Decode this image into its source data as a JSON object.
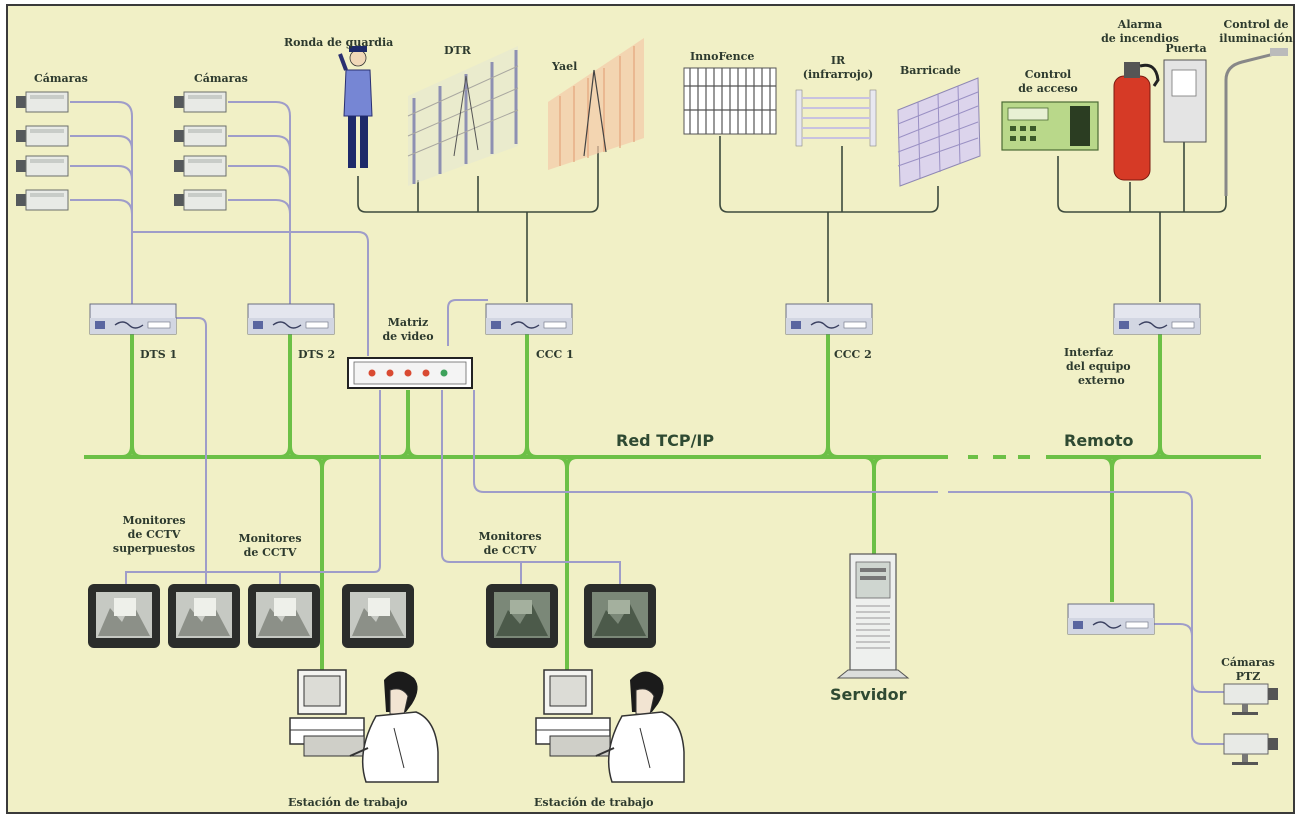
{
  "colors": {
    "background": "#f1f0c6",
    "network": "#6cc046",
    "video_link": "#9f9dc9",
    "signal_link": "#3d4a3d",
    "text": "#2d3a2e"
  },
  "labels": {
    "cameras_1": "Cámaras",
    "cameras_2": "Cámaras",
    "guard_round": "Ronda de guardia",
    "dtr": "DTR",
    "yael": "Yael",
    "innofence": "InnoFence",
    "ir_1": "IR",
    "ir_2": "(infrarrojo)",
    "barricade": "Barricade",
    "access_control_1": "Control",
    "access_control_2": "de acceso",
    "fire_alarm_1": "Alarma",
    "fire_alarm_2": "de incendios",
    "door": "Puerta",
    "lighting_1": "Control de",
    "lighting_2": "iluminación",
    "dts1": "DTS 1",
    "dts2": "DTS 2",
    "video_matrix_1": "Matriz",
    "video_matrix_2": "de video",
    "ccc1": "CCC 1",
    "ccc2": "CCC 2",
    "ext_iface_1": "Interfaz",
    "ext_iface_2": "del equipo",
    "ext_iface_3": "externo",
    "network": "Red TCP/IP",
    "remote": "Remoto",
    "mon_overlay_1": "Monitores",
    "mon_overlay_2": "de CCTV",
    "mon_overlay_3": "superpuestos",
    "mon_cctv_a_1": "Monitores",
    "mon_cctv_a_2": "de CCTV",
    "mon_cctv_b_1": "Monitores",
    "mon_cctv_b_2": "de CCTV",
    "server": "Servidor",
    "ptz_1": "Cámaras",
    "ptz_2": "PTZ",
    "workstation_1": "Estación de trabajo",
    "workstation_2": "Estación de trabajo"
  },
  "icons": {
    "camera": "camera-icon",
    "controller": "controller-unit-icon",
    "monitor": "monitor-icon",
    "workstation": "operator-workstation-icon",
    "server": "server-tower-icon",
    "guard": "security-guard-icon",
    "fence": "fence-icon",
    "keypad": "access-keypad-icon",
    "extinguisher": "fire-extinguisher-icon",
    "door": "door-icon",
    "lamp": "street-lamp-icon"
  }
}
